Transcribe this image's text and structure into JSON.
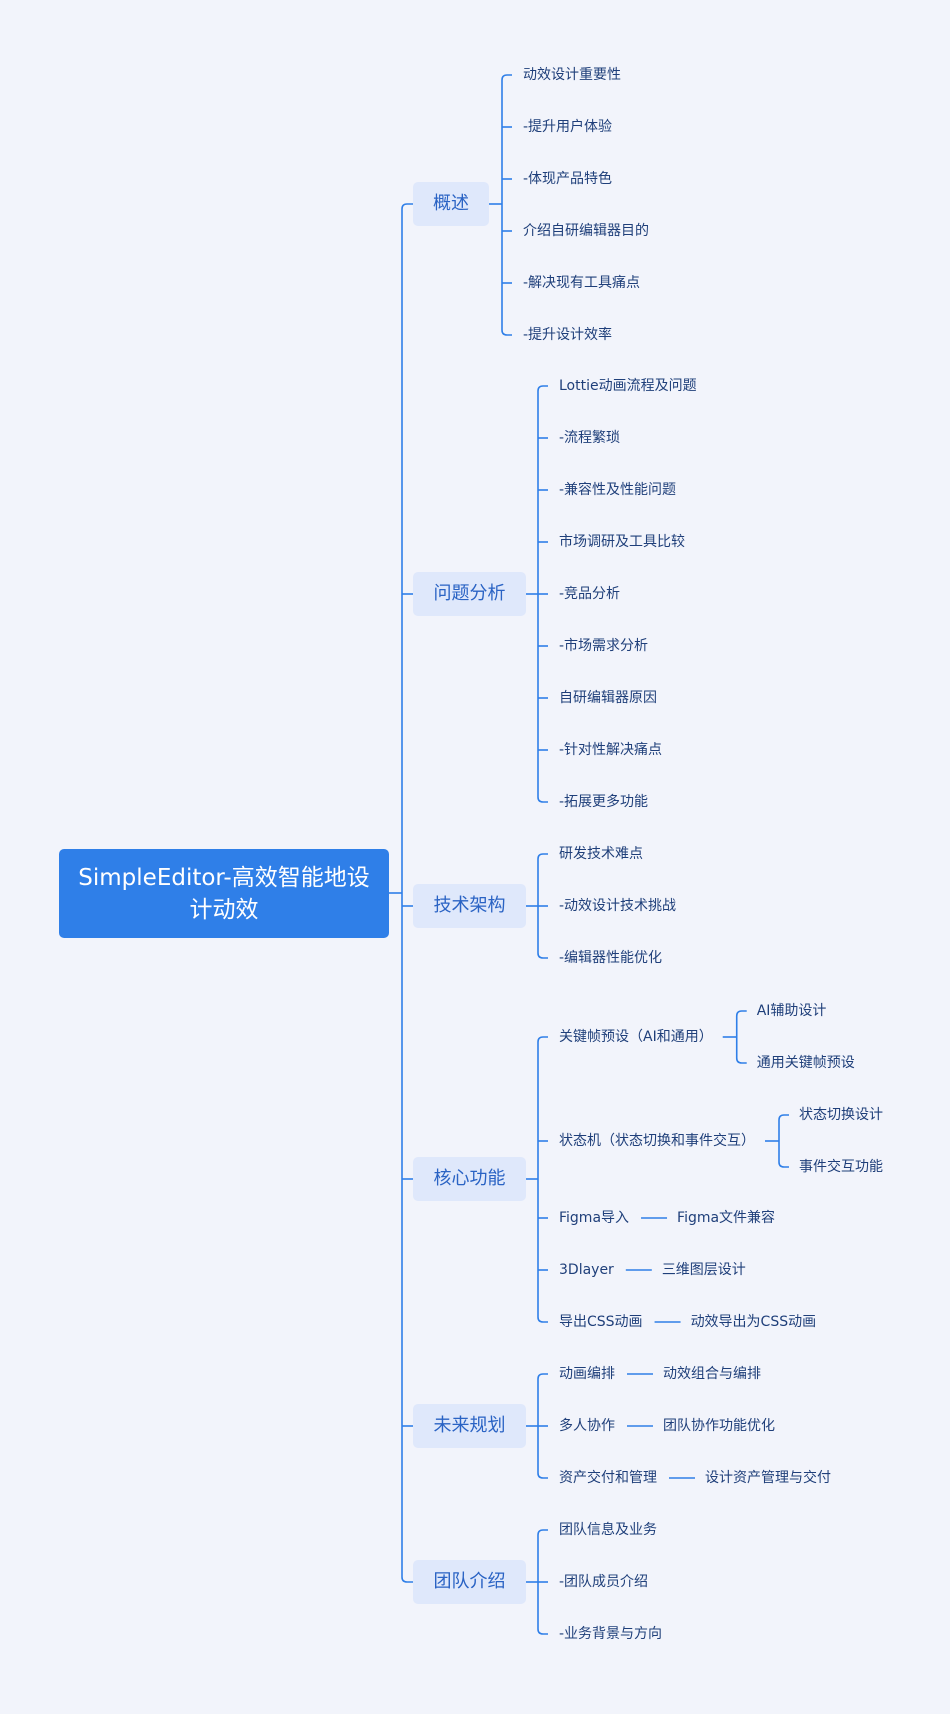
{
  "root": {
    "title": "SimpleEditor-高效智能地设计动效"
  },
  "branches": [
    {
      "label": "概述",
      "items": [
        "动效设计重要性",
        "-提升用户体验",
        "-体现产品特色",
        "介绍自研编辑器目的",
        "-解决现有工具痛点",
        "-提升设计效率"
      ]
    },
    {
      "label": "问题分析",
      "items": [
        "Lottie动画流程及问题",
        "-流程繁琐",
        "-兼容性及性能问题",
        "市场调研及工具比较",
        "-竞品分析",
        "-市场需求分析",
        "自研编辑器原因",
        "-针对性解决痛点",
        "-拓展更多功能"
      ]
    },
    {
      "label": "技术架构",
      "items": [
        "研发技术难点",
        "-动效设计技术挑战",
        "-编辑器性能优化"
      ]
    },
    {
      "label": "核心功能",
      "items": [
        {
          "label": "关键帧预设（AI和通用）",
          "children": [
            "AI辅助设计",
            "通用关键帧预设"
          ]
        },
        {
          "label": "状态机（状态切换和事件交互）",
          "children": [
            "状态切换设计",
            "事件交互功能"
          ]
        },
        {
          "label": "Figma导入",
          "child": "Figma文件兼容"
        },
        {
          "label": "3Dlayer",
          "child": "三维图层设计"
        },
        {
          "label": "导出CSS动画",
          "child": "动效导出为CSS动画"
        }
      ]
    },
    {
      "label": "未来规划",
      "items": [
        {
          "label": "动画编排",
          "child": "动效组合与编排"
        },
        {
          "label": "多人协作",
          "child": "团队协作功能优化"
        },
        {
          "label": "资产交付和管理",
          "child": "设计资产管理与交付"
        }
      ]
    },
    {
      "label": "团队介绍",
      "items": [
        "团队信息及业务",
        "-团队成员介绍",
        "-业务背景与方向"
      ]
    }
  ],
  "colors": {
    "background": "#f2f4fb",
    "root_fill": "#2f7fe8",
    "branch_fill": "#dfe8fb",
    "branch_text": "#2a63c4",
    "leaf_text": "#1f3f7a",
    "line": "#2f7fe8"
  }
}
